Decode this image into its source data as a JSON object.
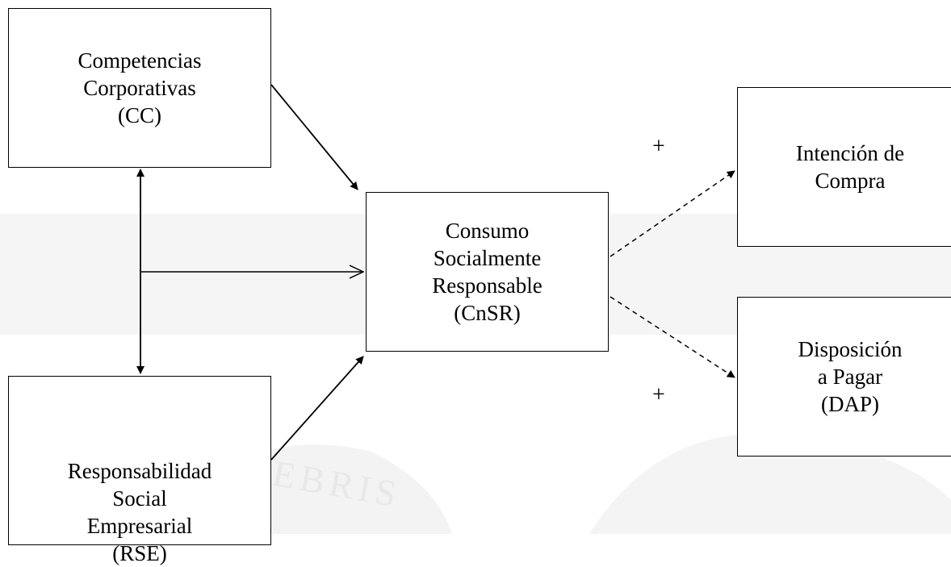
{
  "nodes": {
    "cc": {
      "lines": [
        "Competencias",
        "Corporativas",
        "(CC)"
      ]
    },
    "rse": {
      "lines": [
        "Responsabilidad",
        "Social",
        "Empresarial",
        "(RSE)"
      ]
    },
    "cnsr": {
      "lines": [
        "Consumo",
        "Socialmente",
        "Responsable",
        "(CnSR)"
      ]
    },
    "ic": {
      "lines": [
        "Intención de",
        "Compra"
      ]
    },
    "dap": {
      "lines": [
        "Disposición",
        "a Pagar",
        "(DAP)"
      ]
    }
  },
  "signs": {
    "ic": "+",
    "dap": "+"
  },
  "watermark": "TENEBRIS"
}
